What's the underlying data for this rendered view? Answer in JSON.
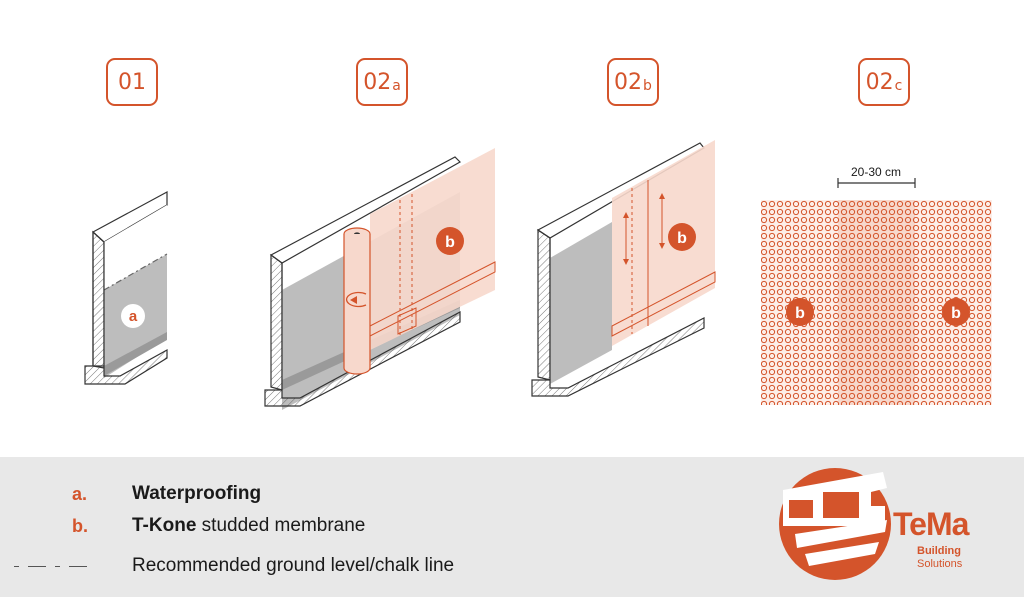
{
  "steps": [
    {
      "num": "01",
      "sub": ""
    },
    {
      "num": "02",
      "sub": "a"
    },
    {
      "num": "02",
      "sub": "b"
    },
    {
      "num": "02",
      "sub": "c"
    }
  ],
  "markers": {
    "a": "a",
    "b": "b"
  },
  "dimension": "20-30 cm",
  "legend": {
    "items": [
      {
        "key": "a.",
        "bold": "Waterproofing",
        "rest": ""
      },
      {
        "key": "b.",
        "bold": "T-Kone",
        "rest": " studded membrane"
      },
      {
        "key": "",
        "bold": "",
        "rest": "Recommended ground level/chalk line"
      }
    ]
  },
  "brand": {
    "name": "TeMa",
    "line1": "Building",
    "line2": "Solutions"
  },
  "colors": {
    "accent": "#d4542b",
    "membrane": "#f7d8cc",
    "waterproof": "#b9b9b9",
    "panel": "#e8e8e8"
  }
}
